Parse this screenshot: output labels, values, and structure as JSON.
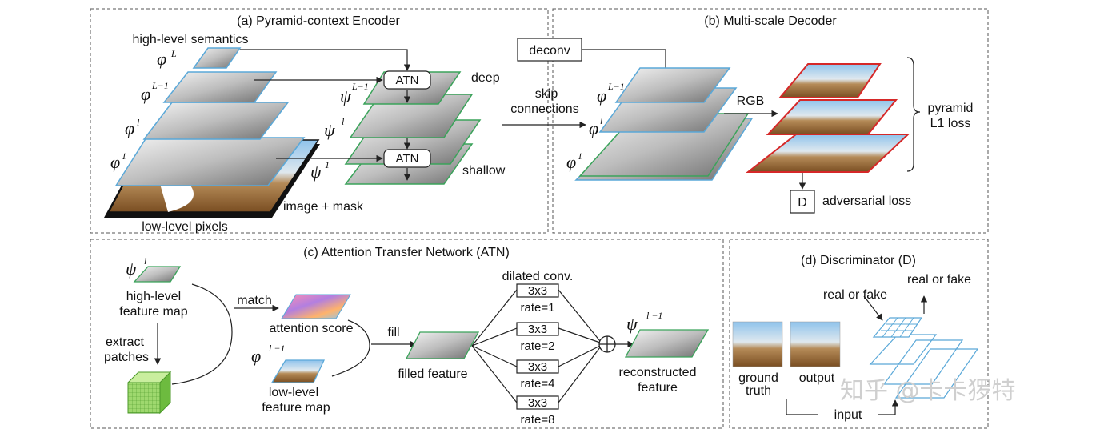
{
  "panel_a": {
    "title": "(a) Pyramid-context Encoder",
    "high_level": "high-level semantics",
    "low_level": "low-level pixels",
    "image_mask": "image + mask",
    "deep": "deep",
    "shallow": "shallow",
    "atn": "ATN",
    "sym_phi": "φ",
    "sym_psi": "ψ",
    "sup_L": "L",
    "sup_L1": "L−1",
    "sup_l": "l",
    "sup_1": "1"
  },
  "middle": {
    "deconv": "deconv",
    "skip1": "skip",
    "skip2": "connections"
  },
  "panel_b": {
    "title": "(b) Multi-scale Decoder",
    "rgb": "RGB",
    "pyramid1": "pyramid",
    "pyramid2": "L1 loss",
    "d": "D",
    "adversarial": "adversarial loss",
    "sym_varphi": "φ",
    "sup_L1": "L−1",
    "sup_l": "l",
    "sup_1": "1"
  },
  "panel_c": {
    "title": "(c) Attention Transfer Network (ATN)",
    "hl1": "high-level",
    "hl2": "feature map",
    "extract1": "extract",
    "extract2": "patches",
    "match": "match",
    "attention": "attention score",
    "fill": "fill",
    "ll1": "low-level",
    "ll2": "feature map",
    "filled": "filled feature",
    "dilated": "dilated conv.",
    "conv": "3x3",
    "rates": [
      "rate=1",
      "rate=2",
      "rate=4",
      "rate=8"
    ],
    "recon1": "reconstructed",
    "recon2": "feature",
    "sym_psi": "ψ",
    "sym_phi": "φ",
    "sup_l": "l",
    "sup_l1": "l −1"
  },
  "panel_d": {
    "title": "(d) Discriminator (D)",
    "real_fake_top": "real or fake",
    "real_fake_mid": "real or fake",
    "gt1": "ground",
    "gt2": "truth",
    "output": "output",
    "input": "input"
  },
  "watermark": "知乎 @卡卡猡特",
  "colors": {
    "blue_edge": "#5aa8d8",
    "green_edge": "#3aa35a",
    "red_edge": "#d62828",
    "black_edge": "#111111"
  }
}
